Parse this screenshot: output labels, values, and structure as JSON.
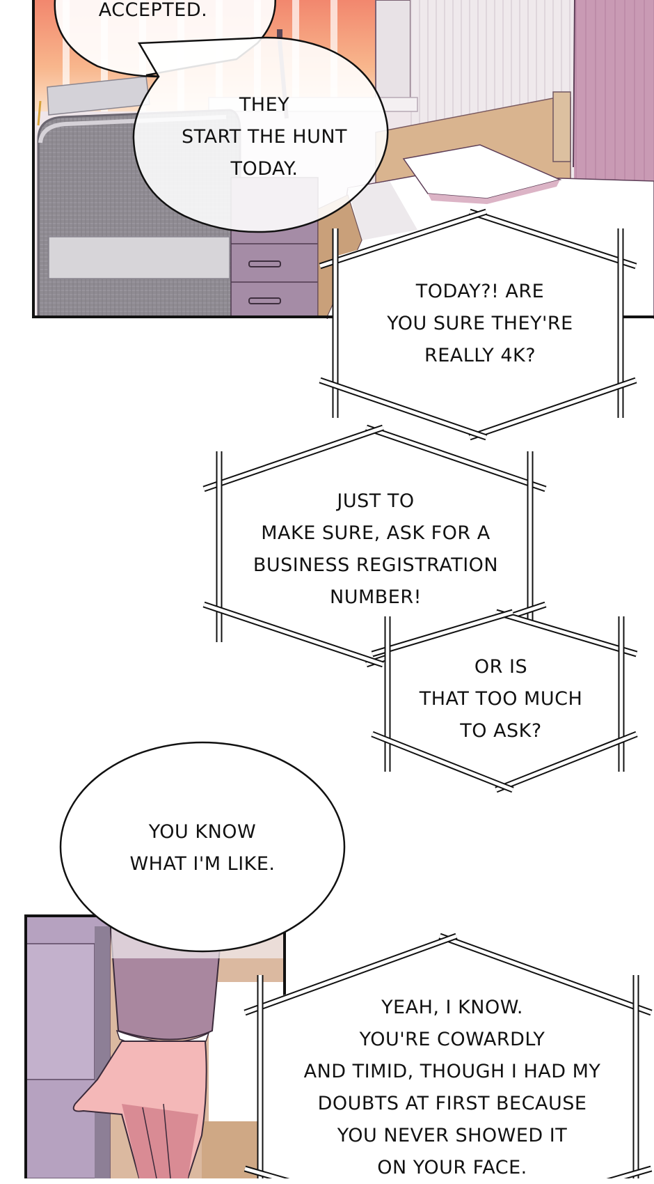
{
  "page": {
    "type": "webtoon-page",
    "background": "#ffffff"
  },
  "panels": [
    {
      "id": "panel-bedroom",
      "description": "Bedroom at sunset: desk with chair, drawers, lamp, window, bed with pillow, pink striped wall",
      "colors": {
        "sunset": "#f59a7a",
        "wall_pink": "#c99ab4",
        "wood": "#d9b48f",
        "drawer": "#a58ca6",
        "chair": "#8e8a90"
      }
    },
    {
      "id": "panel-hand",
      "description": "Close-up of a hand in a purple sleeve reaching down beside a cabinet and bed",
      "colors": {
        "sleeve": "#9a7896",
        "skin": "#f4b8b8",
        "skin_shadow": "#d98b94",
        "cabinet": "#b6a2c0"
      }
    }
  ],
  "bubbles": [
    {
      "id": "bubble-accepted",
      "shape": "speech",
      "lines": [
        "ACCEPTED."
      ]
    },
    {
      "id": "bubble-hunt",
      "shape": "speech",
      "lines": [
        "THEY",
        "START THE HUNT",
        "TODAY."
      ]
    },
    {
      "id": "bubble-today",
      "shape": "hexagon",
      "lines": [
        "TODAY?! ARE",
        "YOU SURE THEY'RE",
        "REALLY 4K?"
      ]
    },
    {
      "id": "bubble-just-to",
      "shape": "hexagon",
      "lines": [
        "JUST TO",
        "MAKE SURE, ASK FOR A",
        "BUSINESS REGISTRATION",
        "NUMBER!"
      ]
    },
    {
      "id": "bubble-or-is",
      "shape": "hexagon",
      "lines": [
        "OR IS",
        "THAT TOO MUCH",
        "TO ASK?"
      ]
    },
    {
      "id": "bubble-you-know",
      "shape": "speech",
      "lines": [
        "YOU KNOW",
        "WHAT I'M LIKE."
      ]
    },
    {
      "id": "bubble-yeah",
      "shape": "hexagon",
      "lines": [
        "YEAH, I KNOW.",
        "YOU'RE COWARDLY",
        "AND TIMID, THOUGH I HAD MY",
        "DOUBTS AT FIRST BECAUSE",
        "YOU NEVER SHOWED IT",
        "ON YOUR FACE."
      ]
    }
  ]
}
